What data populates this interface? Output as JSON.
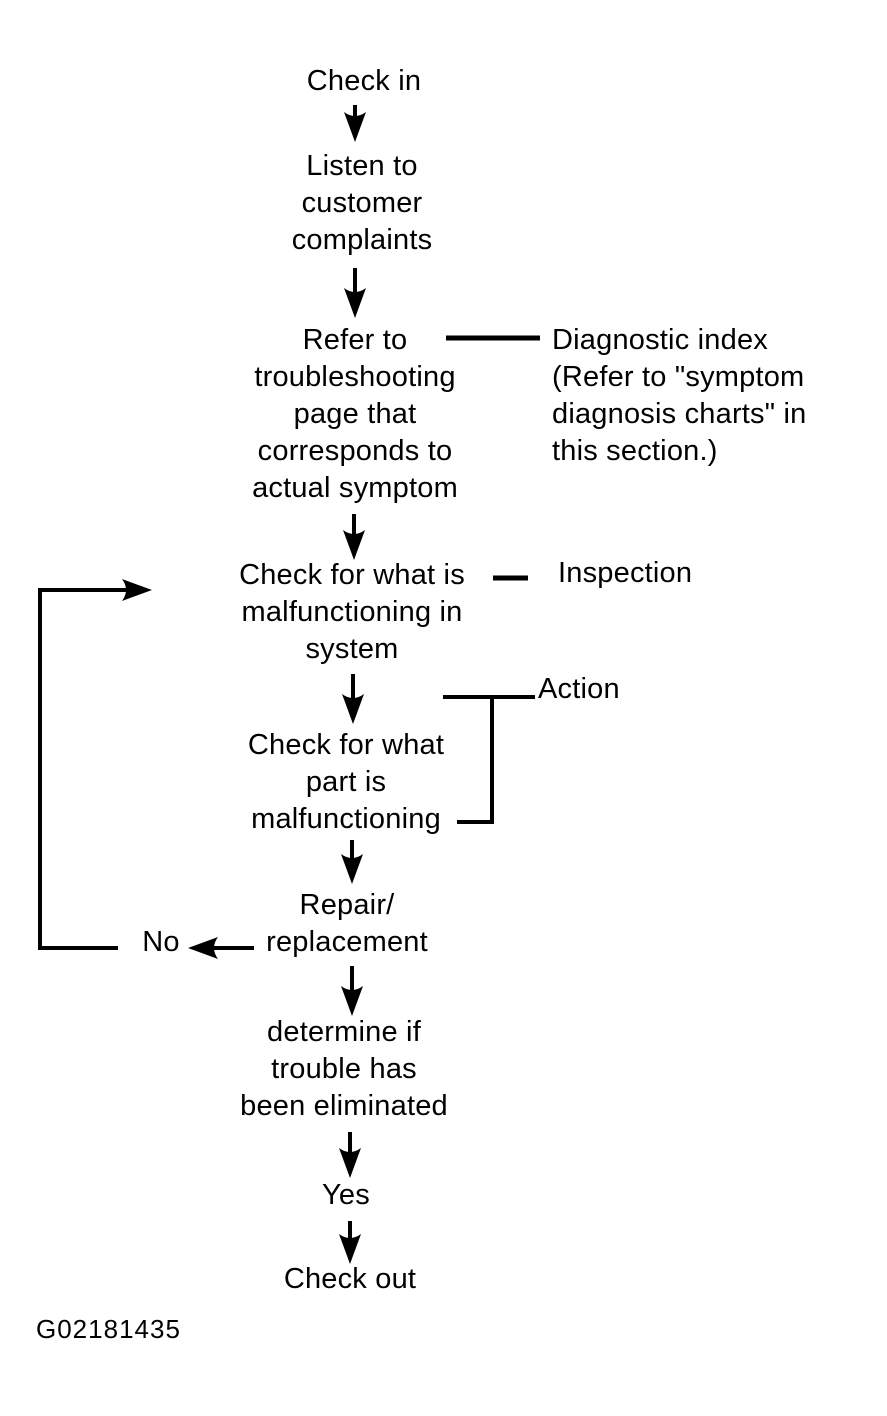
{
  "page": {
    "background": "#ffffff",
    "ink": "#000000"
  },
  "flowchart": {
    "figure_id": "G02181435",
    "steps": [
      {
        "id": "check-in",
        "label": "Check in"
      },
      {
        "id": "listen-to-customer-complaints",
        "label": "Listen to\ncustomer\ncomplaints"
      },
      {
        "id": "refer-to-troubleshooting-page",
        "label": "Refer to\ntroubleshooting\npage that\ncorresponds to\nactual symptom"
      },
      {
        "id": "check-system-malfunction",
        "label": "Check for what is\nmalfunctioning in\nsystem"
      },
      {
        "id": "check-part-malfunction",
        "label": "Check for what\npart is\nmalfunctioning"
      },
      {
        "id": "repair-replacement",
        "label": "Repair/\nreplacement"
      },
      {
        "id": "determine-trouble-eliminated",
        "label": "determine if\ntrouble has\nbeen eliminated"
      },
      {
        "id": "check-out",
        "label": "Check out"
      }
    ],
    "annotations": [
      {
        "id": "diagnostic-index-note",
        "label": "Diagnostic index\n(Refer to \"symptom\ndiagnosis charts\" in\nthis section.)"
      },
      {
        "id": "inspection",
        "label": "Inspection"
      },
      {
        "id": "action",
        "label": "Action"
      }
    ],
    "decision_labels": {
      "no": "No",
      "yes": "Yes"
    }
  }
}
